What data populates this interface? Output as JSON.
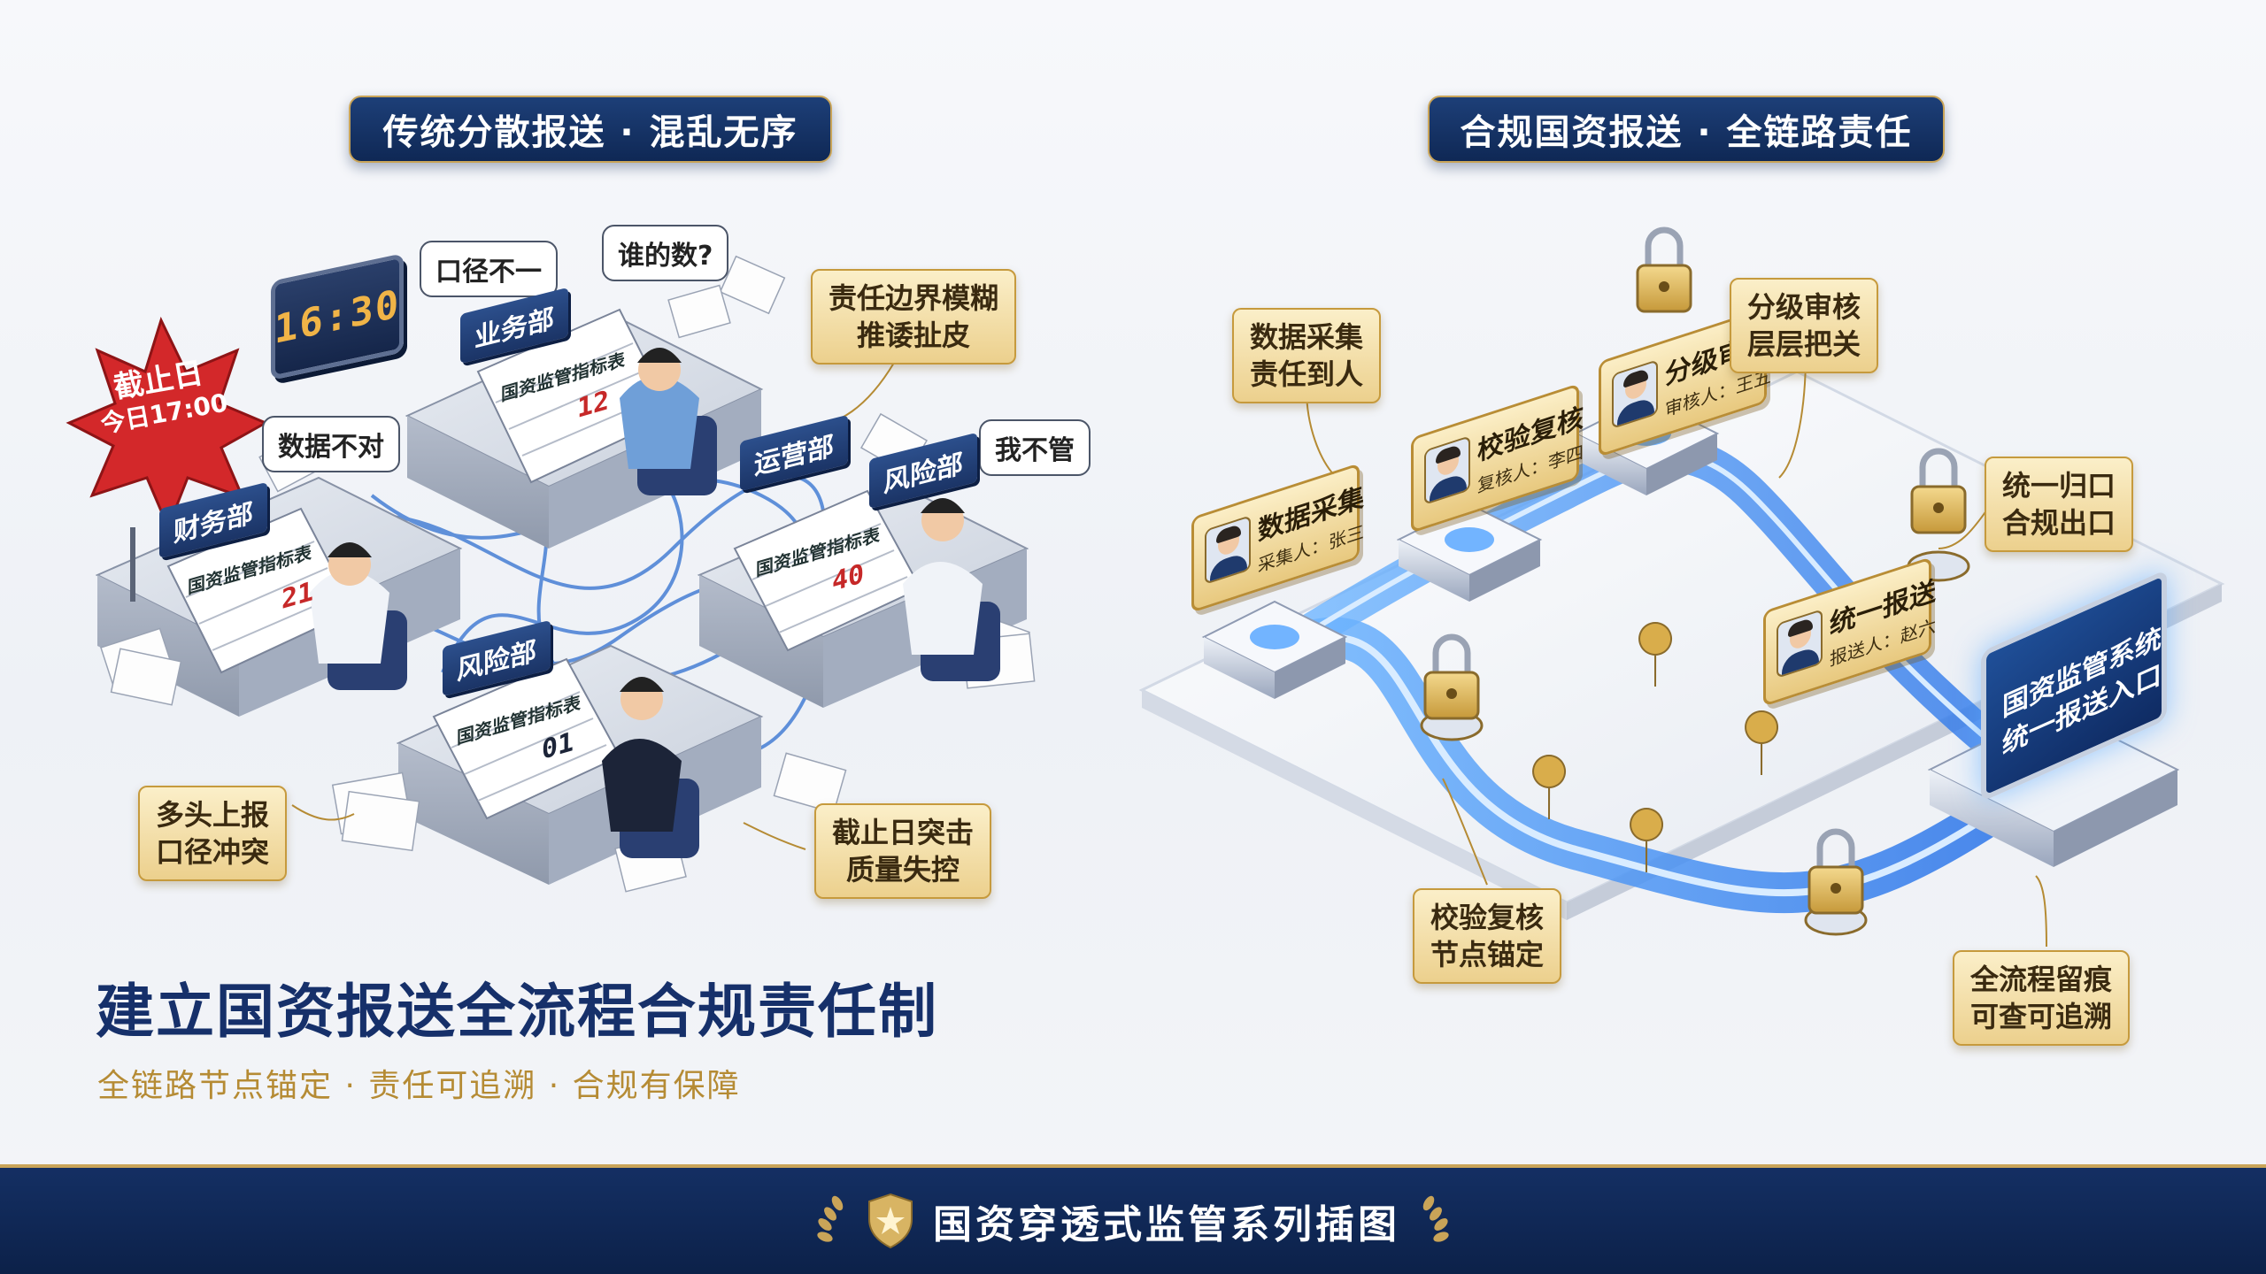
{
  "left_panel": {
    "heading": "传统分散报送 · 混乱无序",
    "clock_time": "16:30",
    "deadline": {
      "line1": "截止日",
      "line2": "今日17:00"
    },
    "bubbles": [
      "口径不一",
      "谁的数?",
      "数据不对",
      "我不管"
    ],
    "departments": [
      "业务部",
      "财务部",
      "运营部",
      "风险部",
      "风险部"
    ],
    "sheet_title": "国资监管指标表",
    "sheet_numbers": [
      "12",
      "21",
      "40",
      "01"
    ],
    "callouts": {
      "boundary": [
        "责任边界模糊",
        "推诿扯皮"
      ],
      "multi_report": [
        "多头上报",
        "口径冲突"
      ],
      "deadline_rush": [
        "截止日突击",
        "质量失控"
      ]
    }
  },
  "right_panel": {
    "heading": "合规国资报送 · 全链路责任",
    "nodes": [
      {
        "title": "数据采集",
        "person": "采集人：张三"
      },
      {
        "title": "校验复核",
        "person": "复核人：李四"
      },
      {
        "title": "分级审核",
        "person": "审核人：王五"
      },
      {
        "title": "统一报送",
        "person": "报送人：赵六"
      }
    ],
    "callouts": {
      "collect": [
        "数据采集",
        "责任到人"
      ],
      "review": [
        "分级审核",
        "层层把关"
      ],
      "exit": [
        "统一归口",
        "合规出口"
      ],
      "verify": [
        "校验复核",
        "节点锚定"
      ],
      "trace": [
        "全流程留痕",
        "可查可追溯"
      ]
    },
    "terminal": [
      "国资监管系统",
      "统一报送入口"
    ]
  },
  "title": "建立国资报送全流程合规责任制",
  "subtitle": "全链路节点锚定 · 责任可追溯 · 合规有保障",
  "footer": "国资穿透式监管系列插图",
  "colors": {
    "navy": "#16306a",
    "gold": "#c9a458",
    "flow_blue": "#3a8dff",
    "alert_red": "#d3282a"
  }
}
